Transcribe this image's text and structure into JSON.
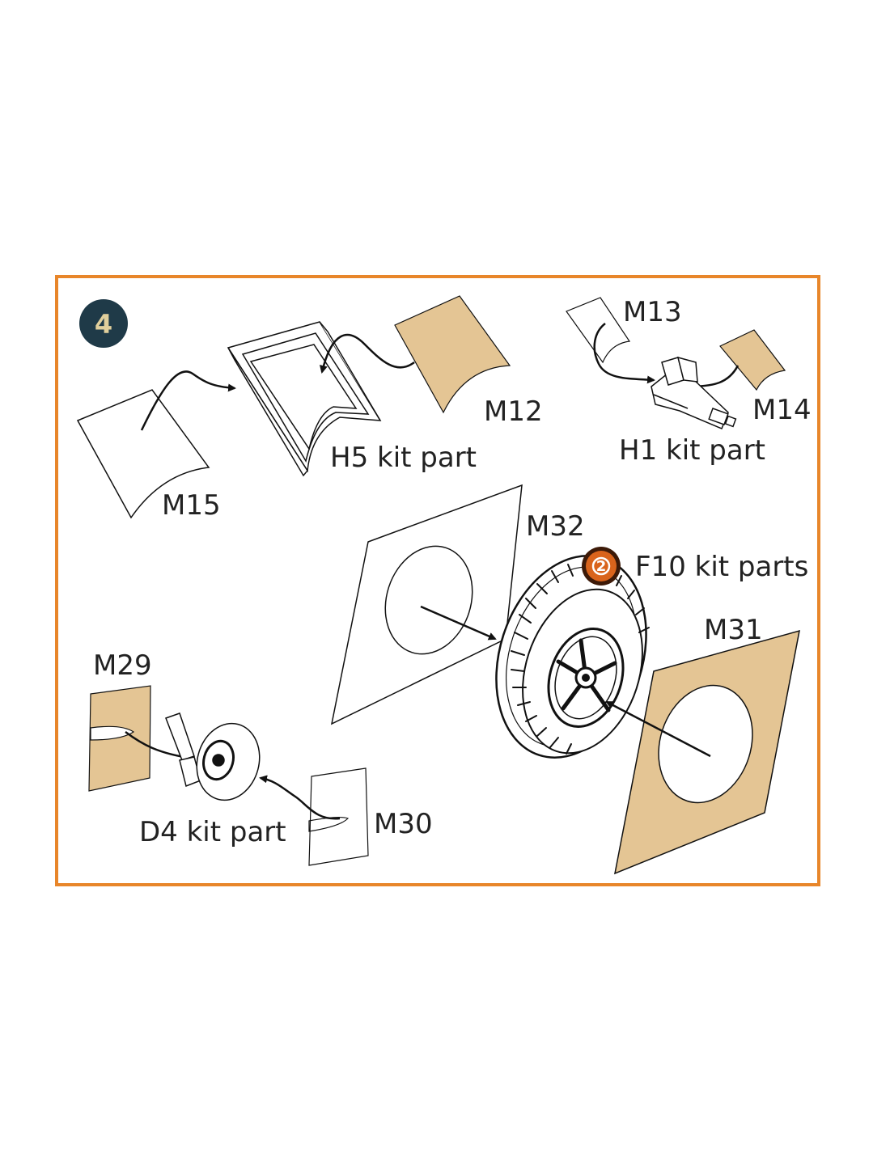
{
  "step": {
    "number": "4"
  },
  "labels": {
    "m15": "M15",
    "h5": "H5 kit part",
    "m12": "M12",
    "m13": "M13",
    "m14": "M14",
    "h1": "H1 kit part",
    "m32": "M32",
    "f10": "F10 kit parts",
    "m31": "M31",
    "m29": "M29",
    "d4": "D4 kit part",
    "m30": "M30"
  },
  "f10_badge": {
    "number": "2",
    "icon": "rotate-arrow-icon"
  },
  "colors": {
    "frame": "#e8862a",
    "step_circle": "#1f3a48",
    "step_text": "#e0cf9c",
    "mask_fill": "#e4c594",
    "line": "#111111",
    "badge": "#d9641c"
  }
}
